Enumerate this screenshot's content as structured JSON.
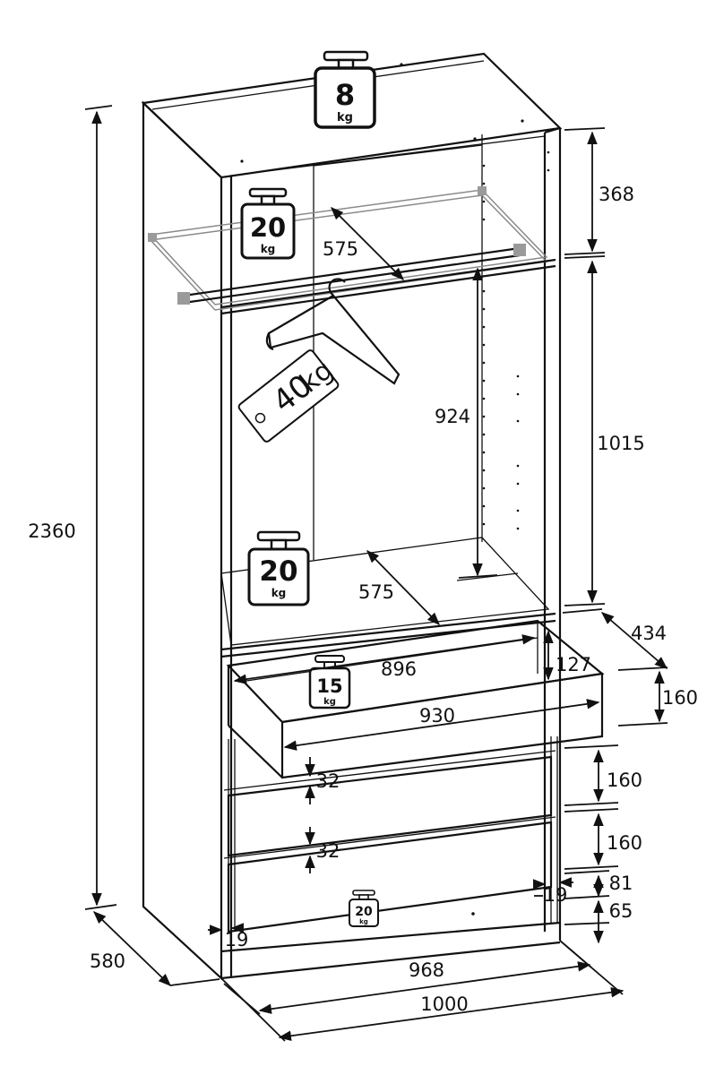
{
  "dimensions": {
    "total_height": "2360",
    "depth": "580",
    "top_compartment": "368",
    "hanging_compartment": "1015",
    "hanging_clearance": "924",
    "shelf_depth_top": "575",
    "shelf_depth_bottom": "575",
    "drawer_depth": "434",
    "drawer_inner_width": "896",
    "drawer_inner_height": "127",
    "drawer_outer_width": "930",
    "drawer_front_height_1": "160",
    "drawer_front_height_2": "160",
    "drawer_front_height_3": "160",
    "drawer_gap_1": "32",
    "drawer_gap_2": "32",
    "bottom_gap": "81",
    "side_thickness_right": "19",
    "plinth_height": "65",
    "side_thickness_left": "19",
    "inner_width": "968",
    "outer_width": "1000"
  },
  "weights": {
    "top": {
      "value": "8",
      "unit": "kg"
    },
    "upper_shelf": {
      "value": "20",
      "unit": "kg"
    },
    "hanging_rail": {
      "value": "40",
      "unit": "kg"
    },
    "lower_shelf": {
      "value": "20",
      "unit": "kg"
    },
    "drawer": {
      "value": "15",
      "unit": "kg"
    },
    "bottom": {
      "value": "20",
      "unit": "kg"
    }
  }
}
